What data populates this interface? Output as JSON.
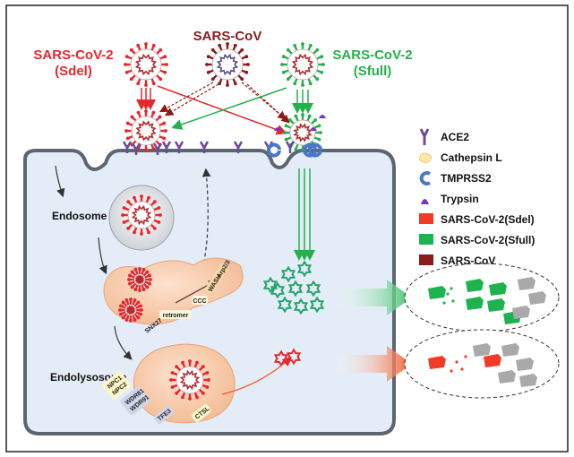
{
  "titles": {
    "sdel_line1": "SARS-CoV-2",
    "sdel_line2": "(Sdel)",
    "sars_cov": "SARS-CoV",
    "sfull_line1": "SARS-CoV-2",
    "sfull_line2": "(Sfull)"
  },
  "compartments": {
    "endosome": "Endosome",
    "endolysosome": "Endolysosome"
  },
  "proteins": {
    "ccc": "CCC",
    "wash": "WASH",
    "arp": "Arp2/3",
    "retromer": "retromer",
    "snx27": "SNX27",
    "npc1": "NPC1",
    "npc2": "NPC2",
    "wdr81": "WDR81",
    "wdr91": "WDR91",
    "tfe3": "TFE3",
    "ctsl": "CTSL"
  },
  "legend": [
    {
      "label": "ACE2",
      "icon": "ace2-receptor-icon",
      "color": "#6b4c9a"
    },
    {
      "label": "Cathepsin L",
      "icon": "cathepsin-l-icon",
      "color": "#fbe9a6"
    },
    {
      "label": "TMPRSS2",
      "icon": "tmprss2-icon",
      "color": "#4a77c8"
    },
    {
      "label": "Trypsin",
      "icon": "trypsin-icon",
      "color": "#7a35b8"
    },
    {
      "label": "SARS-CoV-2(Sdel)",
      "icon": "swatch",
      "color": "#f23b27"
    },
    {
      "label": "SARS-CoV-2(Sfull)",
      "icon": "swatch",
      "color": "#1fb350"
    },
    {
      "label": "SARS-CoV",
      "icon": "swatch",
      "color": "#8b1a1a"
    }
  ],
  "colors": {
    "sdel": "#e8262c",
    "sfull": "#22b14c",
    "sarscov": "#8b1a1a",
    "cell_fill": "#e4edf7",
    "membrane": "#5c6670",
    "ace2": "#6b4c9a",
    "endosome_pink": "#f7d9c7"
  }
}
